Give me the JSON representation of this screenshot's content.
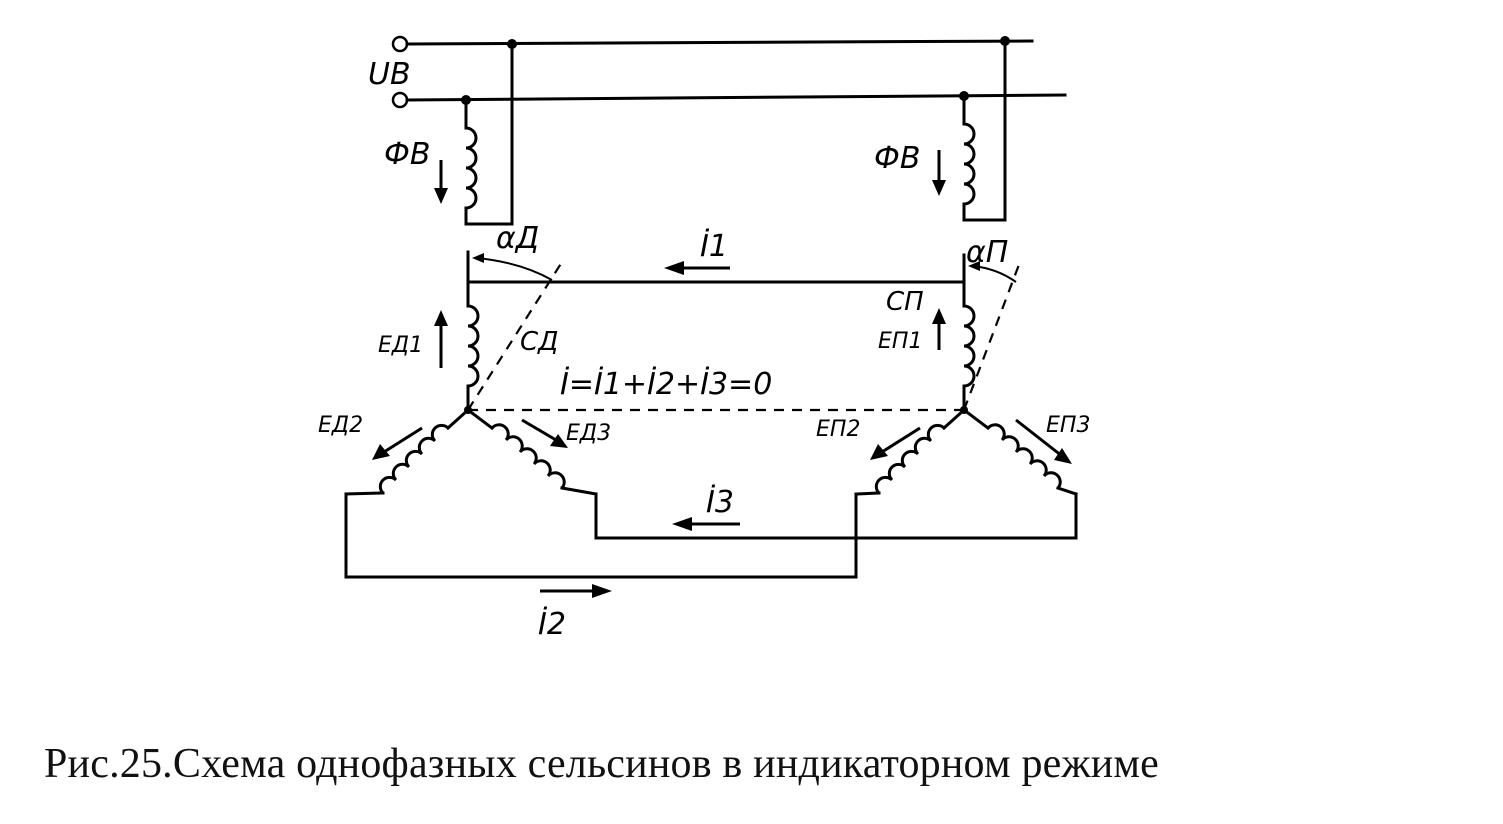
{
  "figure": {
    "caption": "Рис.25.Схема однофазных сельсинов в индикаторном режиме",
    "labels": {
      "supply_voltage": "UB",
      "flux_left": "ФB",
      "flux_right": "ФB",
      "angle_transmitter": "αД",
      "angle_receiver": "αП",
      "current_1": "İ1",
      "current_2": "İ2",
      "current_3": "İ3",
      "current_sum": "İ=İ1+İ2+İ3=0",
      "transmitter": "СД",
      "receiver": "СП",
      "emf_d1": "EД1",
      "emf_d2": "EД2",
      "emf_d3": "EД3",
      "emf_p1": "EП1",
      "emf_p2": "EП2",
      "emf_p3": "EП3"
    }
  }
}
